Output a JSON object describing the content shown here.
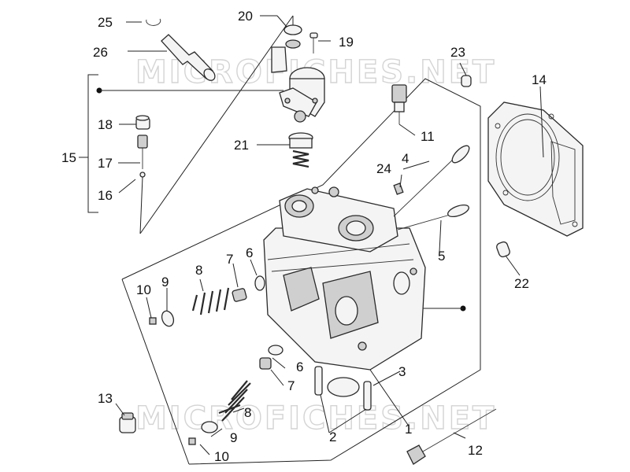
{
  "watermark": "MICROFICHES.NET",
  "callouts": [
    {
      "id": "1",
      "text": "1"
    },
    {
      "id": "2",
      "text": "2"
    },
    {
      "id": "3",
      "text": "3"
    },
    {
      "id": "4",
      "text": "4"
    },
    {
      "id": "5",
      "text": "5"
    },
    {
      "id": "6a",
      "text": "6"
    },
    {
      "id": "6b",
      "text": "6"
    },
    {
      "id": "7a",
      "text": "7"
    },
    {
      "id": "7b",
      "text": "7"
    },
    {
      "id": "8a",
      "text": "8"
    },
    {
      "id": "8b",
      "text": "8"
    },
    {
      "id": "9a",
      "text": "9"
    },
    {
      "id": "9b",
      "text": "9"
    },
    {
      "id": "10a",
      "text": "10"
    },
    {
      "id": "10b",
      "text": "10"
    },
    {
      "id": "11",
      "text": "11"
    },
    {
      "id": "12",
      "text": "12"
    },
    {
      "id": "13",
      "text": "13"
    },
    {
      "id": "14",
      "text": "14"
    },
    {
      "id": "15",
      "text": "15"
    },
    {
      "id": "16",
      "text": "16"
    },
    {
      "id": "17",
      "text": "17"
    },
    {
      "id": "18",
      "text": "18"
    },
    {
      "id": "19",
      "text": "19"
    },
    {
      "id": "20",
      "text": "20"
    },
    {
      "id": "21",
      "text": "21"
    },
    {
      "id": "22",
      "text": "22"
    },
    {
      "id": "23",
      "text": "23"
    },
    {
      "id": "24",
      "text": "24"
    },
    {
      "id": "25",
      "text": "25"
    },
    {
      "id": "26",
      "text": "26"
    }
  ]
}
